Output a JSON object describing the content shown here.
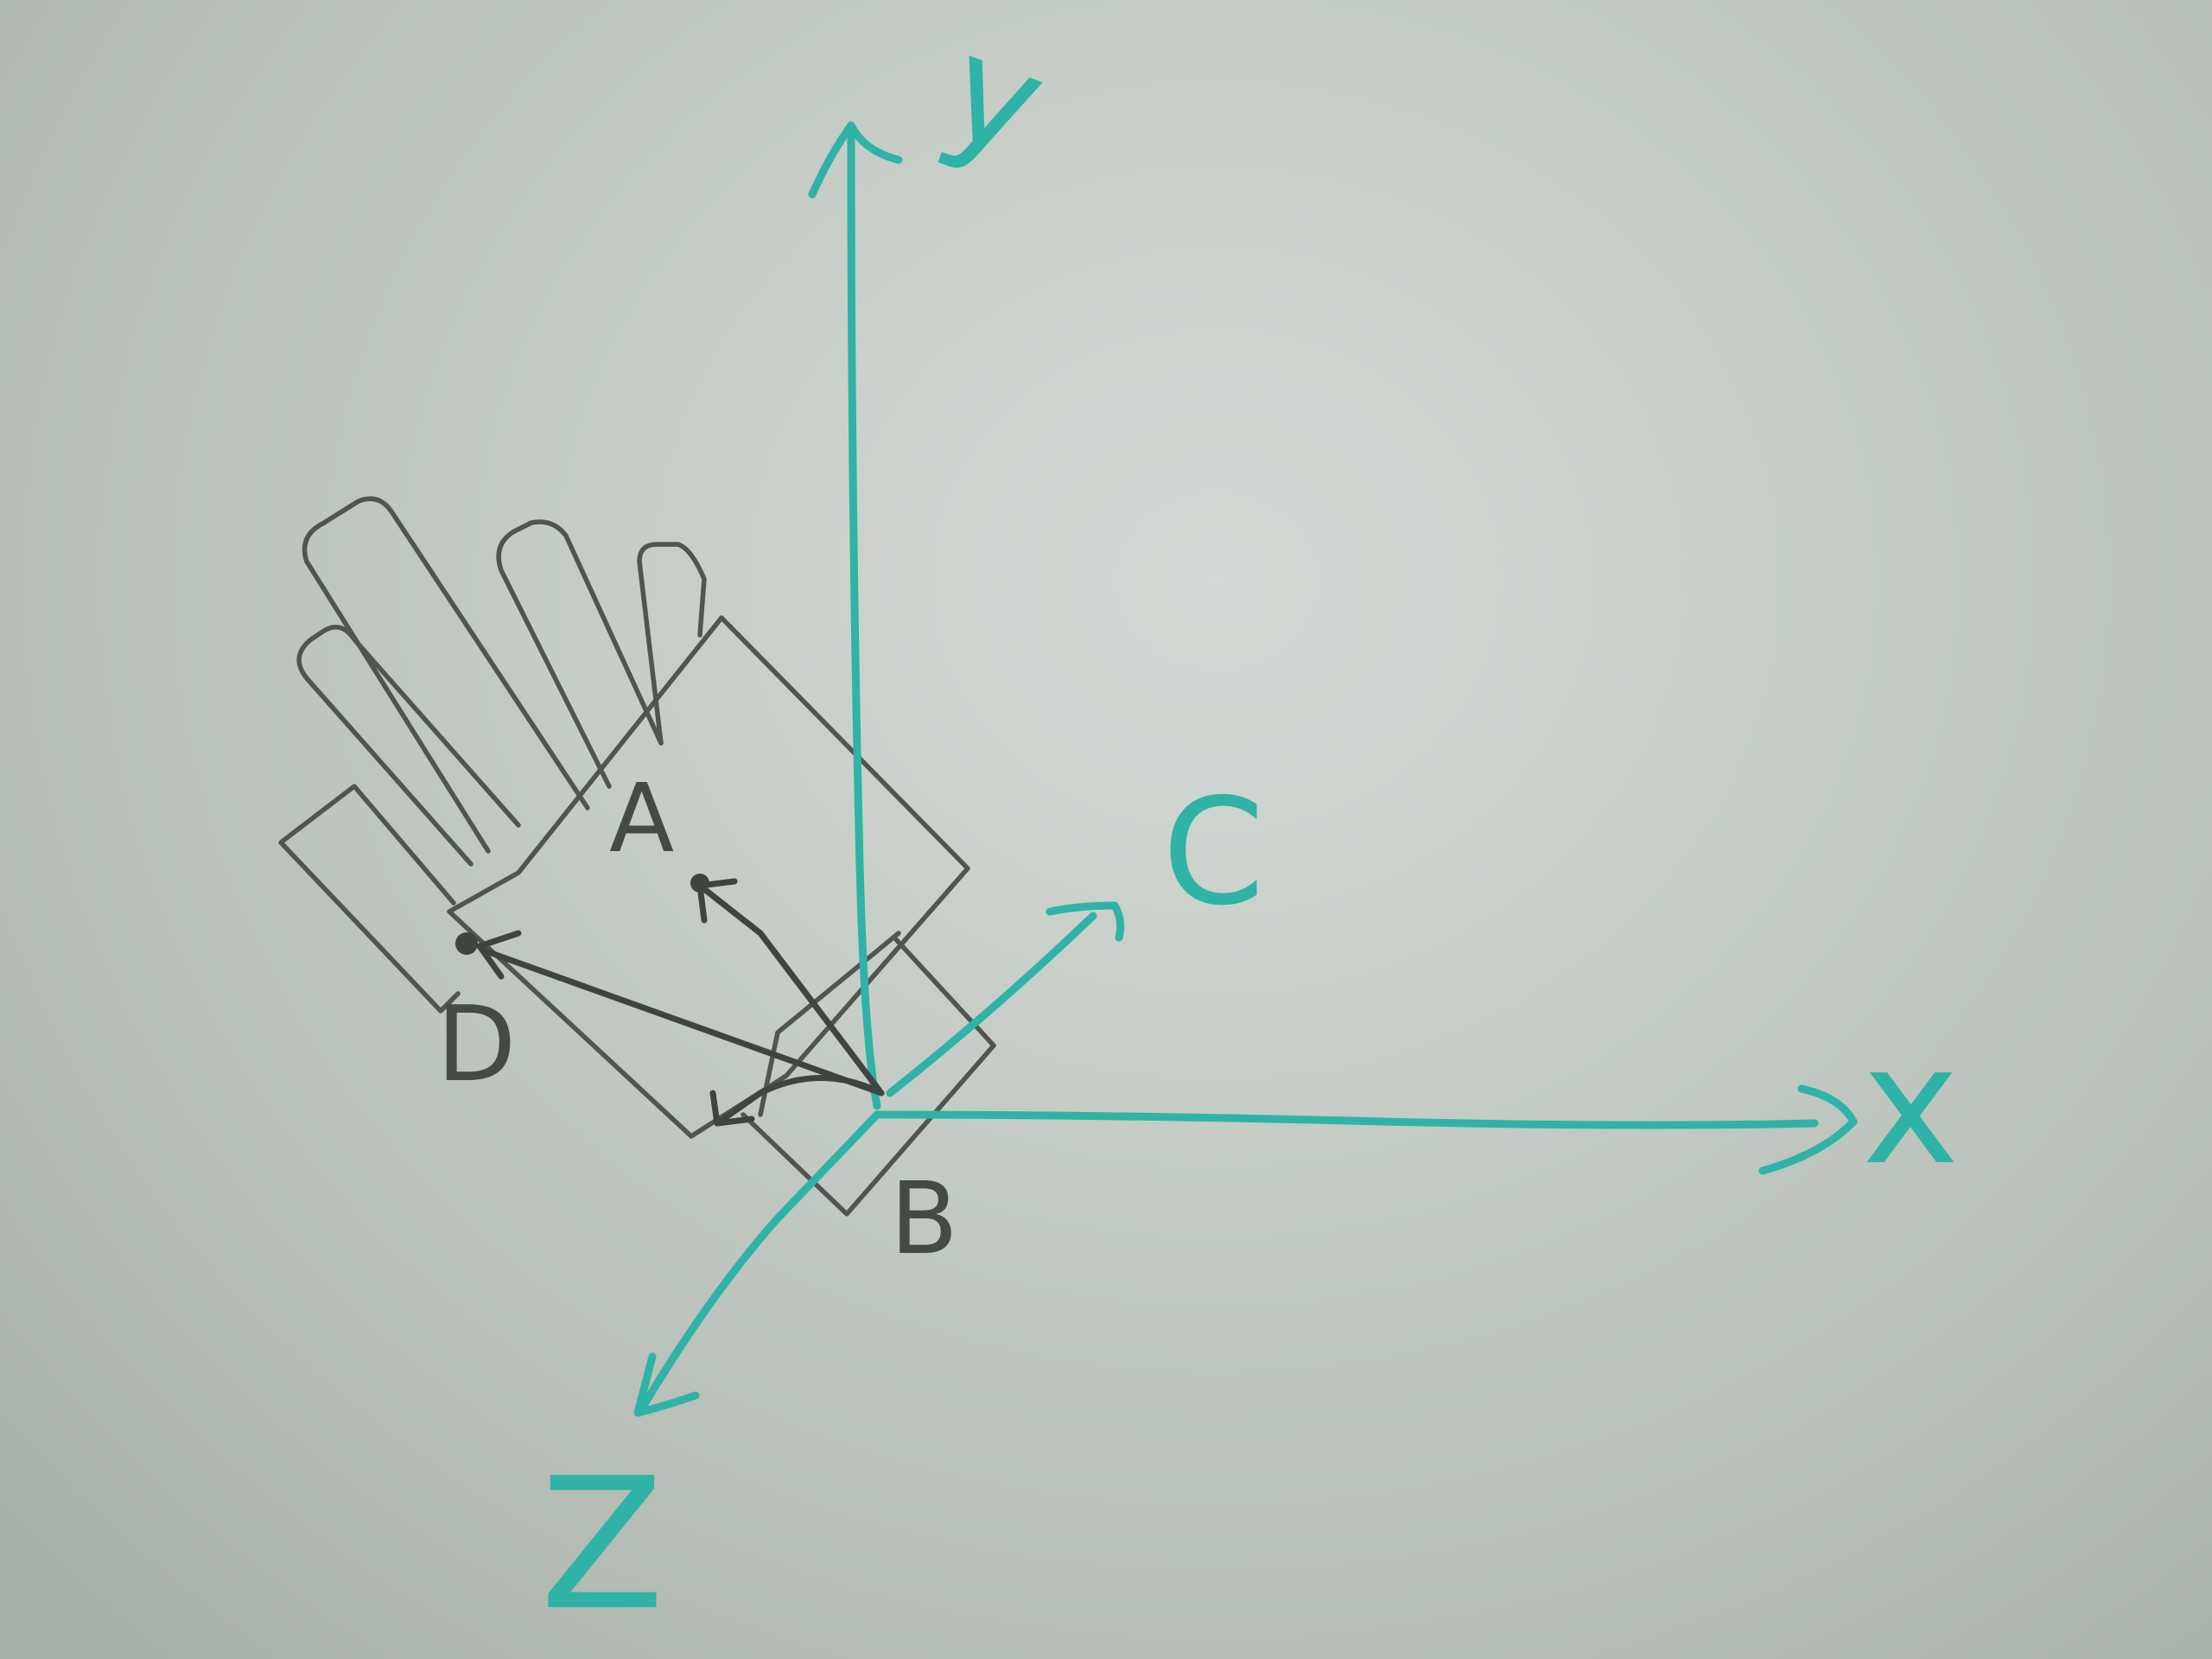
{
  "axes": {
    "x_label": "x",
    "y_label": "y",
    "z_label": "Z",
    "c_label": "C"
  },
  "points": {
    "a_label": "A",
    "b_label": "B",
    "d_label": "D"
  },
  "colors": {
    "marker_teal": "#2fb3a6",
    "marker_black": "#505552",
    "whiteboard": "#c9cfca"
  }
}
